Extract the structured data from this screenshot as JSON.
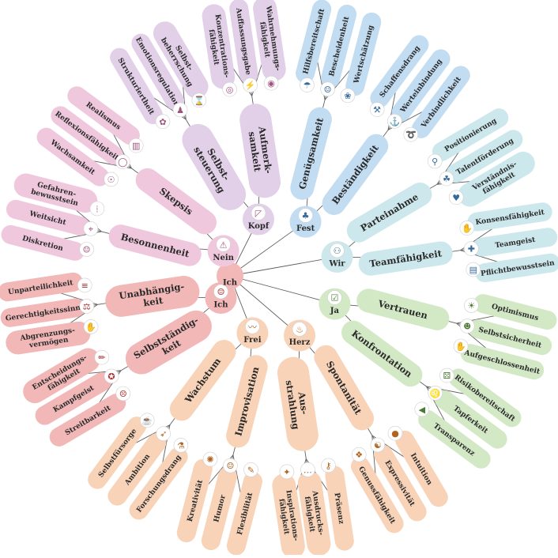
{
  "center": {
    "label": "Ich"
  },
  "colors": {
    "pink": "#f0c8de",
    "violet": "#e2cfe8",
    "blue": "#c2dcf2",
    "teal": "#cde8ec",
    "green": "#d3e9c6",
    "peach": "#f8d3b8",
    "red": "#f2b7b7",
    "line": "#606060"
  },
  "dims": [
    {
      "label": "Kopf",
      "icon": "compass-icon",
      "color": "violet",
      "traits": [
        {
          "label": "Selbst-\nsteuerung",
          "leaves": [
            {
              "label": "Strukturiertheit",
              "icon": "brain-icon"
            },
            {
              "label": "Emotionsregulation",
              "icon": "joystick-icon"
            },
            {
              "label": "Selbst-\nbeherrschung",
              "icon": "hourglass-icon"
            }
          ]
        },
        {
          "label": "Aufmerk-\nsamkeit",
          "leaves": [
            {
              "label": "Konzentrations-\nfähigkeit",
              "icon": "target-icon"
            },
            {
              "label": "Auffassungsgabe",
              "icon": "lightning-icon"
            },
            {
              "label": "Wahrnehmungs-\nfähigkeit",
              "icon": "eye-icon"
            }
          ]
        }
      ]
    },
    {
      "label": "Fest",
      "icon": "tree-icon",
      "color": "blue",
      "traits": [
        {
          "label": "Genügsamkeit",
          "leaves": [
            {
              "label": "Hilfsbereitschaft",
              "icon": "umbrella-icon"
            },
            {
              "label": "Bescheidenheit",
              "icon": "smiley-icon"
            },
            {
              "label": "Wertschätzung",
              "icon": "flowers-icon"
            }
          ]
        },
        {
          "label": "Beständigkeit",
          "leaves": [
            {
              "label": "Schaffensdrang",
              "icon": "tools-icon"
            },
            {
              "label": "Werteinbindung",
              "icon": "anchor-icon"
            },
            {
              "label": "Verbindlichkeit",
              "icon": "rope-icon"
            }
          ]
        }
      ]
    },
    {
      "label": "Wir",
      "icon": "people-icon",
      "color": "teal",
      "traits": [
        {
          "label": "Parteinahme",
          "leaves": [
            {
              "label": "Positionierung",
              "icon": "pin-icon"
            },
            {
              "label": "Talentförderung",
              "icon": "sprout-icon"
            },
            {
              "label": "Verständnis-\nfähigkeit",
              "icon": "heart-icon"
            }
          ]
        },
        {
          "label": "Teamfähigkeit",
          "leaves": [
            {
              "label": "Konsensfähigkeit",
              "icon": "handshake-icon"
            },
            {
              "label": "Teamgeist",
              "icon": "puzzle-icon"
            },
            {
              "label": "Pflichtbewusstsein",
              "icon": "clipboard-icon"
            }
          ]
        }
      ]
    },
    {
      "label": "Ja",
      "icon": "checkbox-icon",
      "color": "green",
      "traits": [
        {
          "label": "Vertrauen",
          "leaves": [
            {
              "label": "Optimismus",
              "icon": "sun-cloud-icon"
            },
            {
              "label": "Selbstsicherheit",
              "icon": "sunglasses-icon"
            },
            {
              "label": "Aufgeschlossenheit",
              "icon": "hand-icon"
            }
          ]
        },
        {
          "label": "Konfrontation",
          "leaves": [
            {
              "label": "Risikobereitschaft",
              "icon": "dice-icon"
            },
            {
              "label": "Tapferkeit",
              "icon": "lion-icon"
            },
            {
              "label": "Transparenz",
              "icon": "megaphone-icon"
            }
          ]
        }
      ]
    },
    {
      "label": "Herz",
      "icon": "flame-icon",
      "color": "peach",
      "traits": [
        {
          "label": "Spontanität",
          "leaves": [
            {
              "label": "Intuition",
              "icon": "crystal-ball-icon"
            },
            {
              "label": "Expressivität",
              "icon": "masks-icon"
            },
            {
              "label": "Genussfähigkeit",
              "icon": "grapes-icon"
            }
          ]
        },
        {
          "label": "Aus-\nstrahlung",
          "leaves": [
            {
              "label": "Präsenz",
              "icon": "flashlight-icon"
            },
            {
              "label": "Ausdrucks-\nfähigkeit",
              "icon": "speech-bubble-icon"
            },
            {
              "label": "Inspirations-\nfähigkeit",
              "icon": "sparkles-icon"
            }
          ]
        }
      ]
    },
    {
      "label": "Frei",
      "icon": "wave-icon",
      "color": "peach",
      "traits": [
        {
          "label": "Improvisation",
          "leaves": [
            {
              "label": "Flexibilität",
              "icon": "feather-icon"
            },
            {
              "label": "Humor",
              "icon": "laughing-icon"
            },
            {
              "label": "Kreativität",
              "icon": "palette-icon"
            }
          ]
        },
        {
          "label": "Wachstum",
          "leaves": [
            {
              "label": "Forschungsdrang",
              "icon": "microscope-icon"
            },
            {
              "label": "Ambition",
              "icon": "rocket-icon"
            },
            {
              "label": "Selbstfürsorge",
              "icon": "tea-icon"
            }
          ]
        }
      ]
    },
    {
      "label": "Ich",
      "icon": "person-icon",
      "color": "red",
      "traits": [
        {
          "label": "Selbstständig-\nkeit",
          "leaves": [
            {
              "label": "Streitbarkeit",
              "icon": "boxer-icon"
            },
            {
              "label": "Kampfgeist",
              "icon": "medal-icon"
            },
            {
              "label": "Entscheidungs-\nfähigkeit",
              "icon": "pencil-icon"
            }
          ]
        },
        {
          "label": "Unabhängig-\nkeit",
          "leaves": [
            {
              "label": "Abgrenzungs-\nvermögen",
              "icon": "stop-hand-icon"
            },
            {
              "label": "Gerechtigkeitssinn",
              "icon": "scales-icon"
            },
            {
              "label": "Unparteilichkeit",
              "icon": "equals-icon"
            }
          ]
        }
      ]
    },
    {
      "label": "Nein",
      "icon": "warning-icon",
      "color": "pink",
      "traits": [
        {
          "label": "Besonnenheit",
          "leaves": [
            {
              "label": "Diskretion",
              "icon": "shush-icon"
            },
            {
              "label": "Weitsicht",
              "icon": "telescope-icon"
            },
            {
              "label": "Gefahren-\nbewusstsein",
              "icon": "traffic-light-icon"
            }
          ]
        },
        {
          "label": "Skepsis",
          "leaves": [
            {
              "label": "Wachsamkeit",
              "icon": "monocle-icon"
            },
            {
              "label": "Reflexionsfähigkeit",
              "icon": "mirror-icon"
            },
            {
              "label": "Realismus",
              "icon": "chart-icon"
            }
          ]
        }
      ]
    }
  ]
}
